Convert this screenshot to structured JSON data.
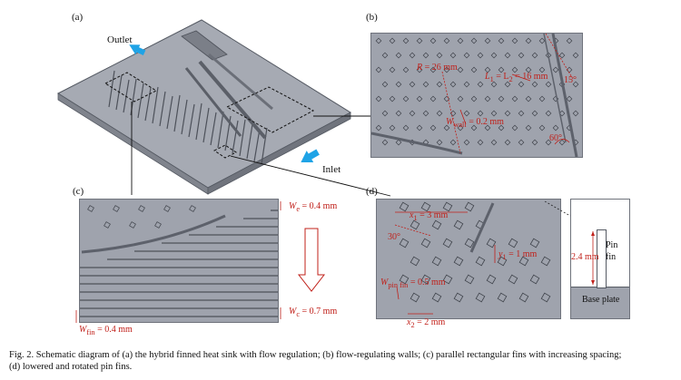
{
  "panels": {
    "a": {
      "label": "(a)",
      "outlet": "Outlet",
      "inlet": "Inlet"
    },
    "b": {
      "label": "(b)",
      "R": "R",
      "R_val": " = 26 mm",
      "L": "L",
      "L_sub1": "1",
      "L_mid": " = L",
      "L_sub2": "2",
      "L_val": " = 16 mm",
      "Wwall": "W",
      "Wwall_sub": "wall",
      "Wwall_val": " = 0.2 mm",
      "angle15": "15°",
      "angle60": "60°"
    },
    "c": {
      "label": "(c)",
      "We": "W",
      "We_sub": "e",
      "We_val": " = 0.4 mm",
      "Wc": "W",
      "Wc_sub": "c",
      "Wc_val": " = 0.7 mm",
      "Wfin": "W",
      "Wfin_sub": "fin",
      "Wfin_val": " = 0.4 mm"
    },
    "d": {
      "label": "(d)",
      "x1": "x",
      "x1_sub": "1",
      "x1_val": " = 3 mm",
      "angle30": "30°",
      "y1": "y",
      "y1_sub": "1",
      "y1_val": " = 1 mm",
      "Wpin": "W",
      "Wpin_sub": "pin fin",
      "Wpin_val": " = 0.5 mm",
      "x2": "x",
      "x2_sub": "2",
      "x2_val": " = 2 mm",
      "height": "2.4 mm",
      "pin_fin_1": "Pin",
      "pin_fin_2": "fin",
      "base_plate": "Base plate"
    }
  },
  "caption": {
    "line1": "Fig. 2.   Schematic diagram of (a) the hybrid finned heat sink with flow regulation; (b) flow-regulating walls; (c) parallel rectangular fins with increasing spacing;",
    "line2": "(d) lowered and rotated pin fins."
  },
  "colors": {
    "surface": "#9fa3ad",
    "edge": "#5d616b",
    "annotation": "#c0201a",
    "arrow": "#1fa3e6"
  }
}
